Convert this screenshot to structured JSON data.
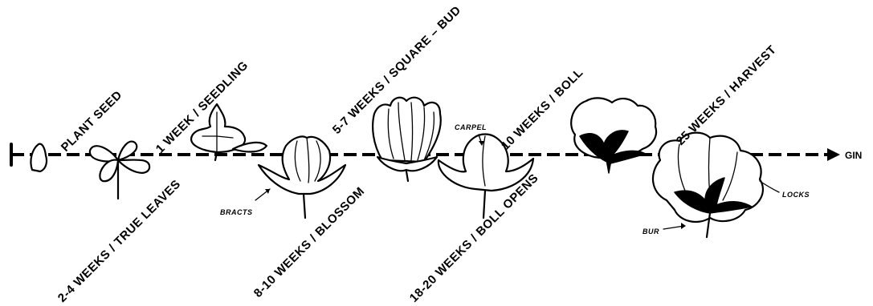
{
  "stages": [
    {
      "id": "plant-seed",
      "label": "PLANT SEED"
    },
    {
      "id": "seedling",
      "label": "1 WEEK / SEEDLING"
    },
    {
      "id": "true-leaves",
      "label": "2-4 WEEKS / TRUE LEAVES"
    },
    {
      "id": "square-bud",
      "label": "5-7 WEEKS / SQUARE – BUD"
    },
    {
      "id": "blossom",
      "label": "8-10 WEEKS / BLOSSOM"
    },
    {
      "id": "boll",
      "label": "10 WEEKS / BOLL"
    },
    {
      "id": "boll-opens",
      "label": "18-20 WEEKS / BOLL OPENS"
    },
    {
      "id": "harvest",
      "label": "25 WEEKS / HARVEST"
    }
  ],
  "end_label": "GIN",
  "callouts": {
    "bracts": "BRACTS",
    "carpel": "CARPEL",
    "bur": "BUR",
    "locks": "LOCKS"
  }
}
